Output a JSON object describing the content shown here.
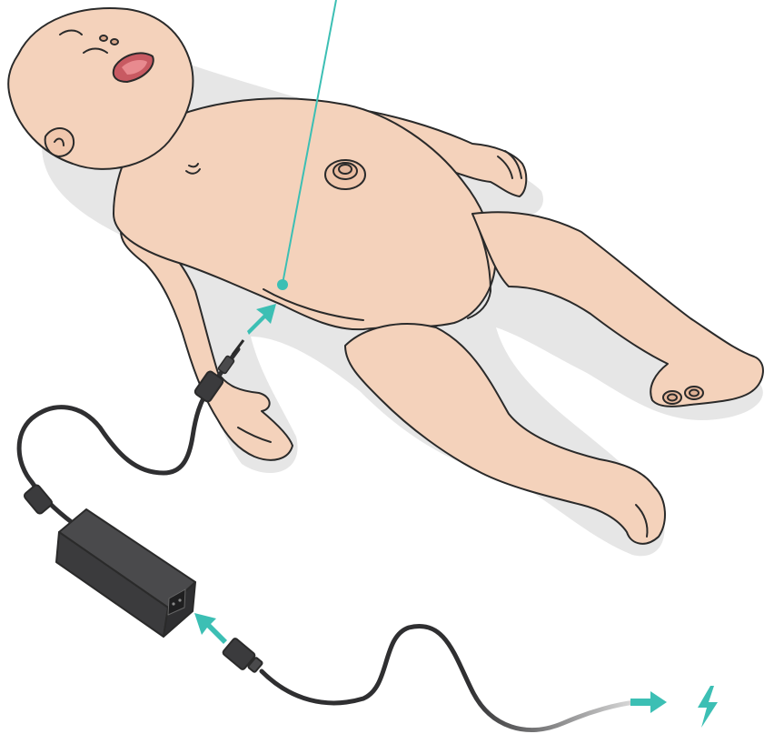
{
  "figure": {
    "subject": "infant-manikin",
    "connection_steps": [
      {
        "from": "power-cable",
        "to": "manikin-side-connector",
        "indicator": "arrow-right-up-icon"
      },
      {
        "from": "power-cord-plug",
        "to": "power-adapter-socket",
        "indicator": "arrow-left-up-icon"
      },
      {
        "from": "wall-outlet-plug",
        "to": "mains-power",
        "indicator": "lightning-icon"
      }
    ]
  },
  "colors": {
    "accent": "#3cbfb4",
    "skin": "#f4d2bb",
    "skin_shade": "#e3b79d",
    "outline": "#2a2a2a",
    "adapter": "#3b3b3d",
    "adapter_top": "#4a4a4c",
    "cable": "#2f2f31",
    "shadow": "#e4e4e4"
  }
}
